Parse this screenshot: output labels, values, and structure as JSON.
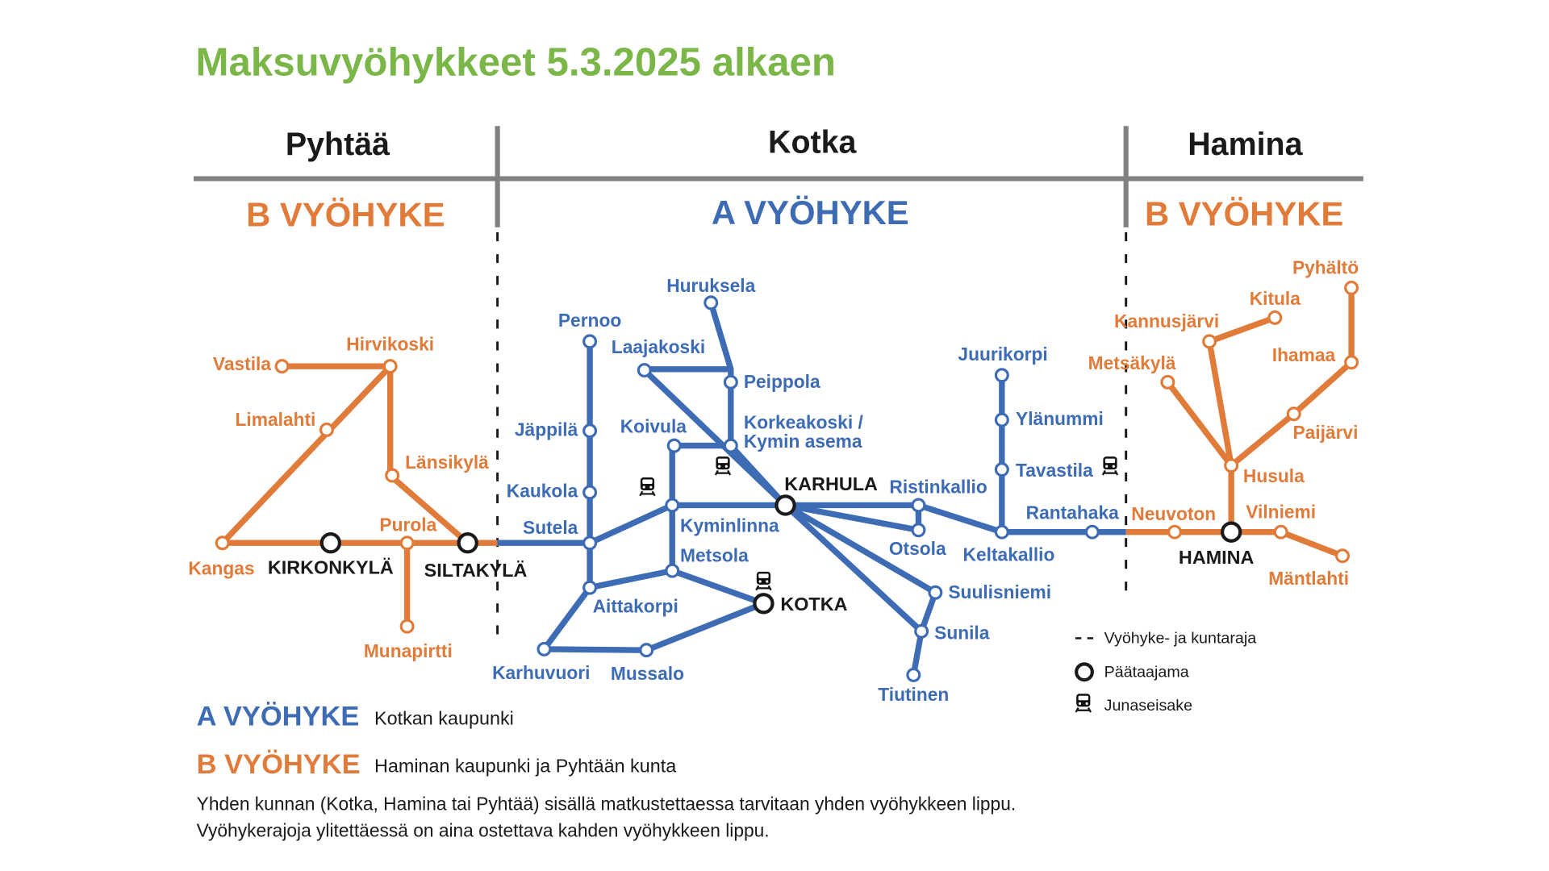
{
  "title": "Maksuvyöhykkeet 5.3.2025 alkaen",
  "colors": {
    "title_green": "#7ab648",
    "zone_a_blue": "#3d6cb4",
    "zone_b_orange": "#e07b39",
    "divider_gray": "#808080"
  },
  "icons": {
    "train_stop": "train-icon",
    "main_town": "ring-icon",
    "zone_border": "dashed-line-icon"
  },
  "header": {
    "pyhtaa": {
      "municipality": "Pyhtää",
      "zone": "B VYÖHYKE"
    },
    "kotka": {
      "municipality": "Kotka",
      "zone": "A VYÖHYKE"
    },
    "hamina": {
      "municipality": "Hamina",
      "zone": "B VYÖHYKE"
    }
  },
  "map": {
    "pyhtaa": {
      "main_towns": {
        "kirkonkyla": "KIRKONKYLÄ",
        "siltakyla": "SILTAKYLÄ"
      },
      "stops": {
        "vastila": "Vastila",
        "hirvikoski": "Hirvikoski",
        "limalahti": "Limalahti",
        "lansikyla": "Länsikylä",
        "kangas": "Kangas",
        "purola": "Purola",
        "munapirtti": "Munapirtti"
      }
    },
    "kotka": {
      "main_towns": {
        "karhula": "KARHULA",
        "kotka": "KOTKA"
      },
      "stops": {
        "huruksela": "Huruksela",
        "pernoo": "Pernoo",
        "laajakoski": "Laajakoski",
        "peippola": "Peippola",
        "jappila": "Jäppilä",
        "koivula": "Koivula",
        "korkeakoski_line1": "Korkeakoski /",
        "korkeakoski_line2": "Kymin asema",
        "kaukola": "Kaukola",
        "sutela": "Sutela",
        "kyminlinna": "Kyminlinna",
        "metsola": "Metsola",
        "aittakorpi": "Aittakorpi",
        "karhuvuori": "Karhuvuori",
        "mussalo": "Mussalo",
        "ristinkallio": "Ristinkallio",
        "otsola": "Otsola",
        "keltakallio": "Keltakallio",
        "juurikorpi": "Juurikorpi",
        "ylanummi": "Ylänummi",
        "tavastila": "Tavastila",
        "rantahaka": "Rantahaka",
        "suulisniemi": "Suulisniemi",
        "sunila": "Sunila",
        "tiutinen": "Tiutinen"
      }
    },
    "hamina": {
      "main_towns": {
        "hamina": "HAMINA"
      },
      "stops": {
        "pyhalto": "Pyhältö",
        "kitula": "Kitula",
        "kannusjarvi": "Kannusjärvi",
        "ihamaa": "Ihamaa",
        "metsakyla": "Metsäkylä",
        "paijarvi": "Paijärvi",
        "husula": "Husula",
        "neuvoton": "Neuvoton",
        "vilniemi": "Vilniemi",
        "mantlahti": "Mäntlahti"
      }
    }
  },
  "legend": {
    "zone_border": "Vyöhyke- ja kuntaraja",
    "main_town": "Päätaajama",
    "train_stop": "Junaseisake"
  },
  "notes": {
    "zone_a": {
      "label": "A VYÖHYKE",
      "description": "Kotkan kaupunki"
    },
    "zone_b": {
      "label": "B VYÖHYKE",
      "description": "Haminan kaupunki ja Pyhtään kunta"
    },
    "rule_line1": "Yhden kunnan (Kotka, Hamina tai Pyhtää) sisällä matkustettaessa tarvitaan yhden vyöhykkeen lippu.",
    "rule_line2": "Vyöhykerajoja ylitettäessä on aina ostettava kahden vyöhykkeen lippu."
  }
}
